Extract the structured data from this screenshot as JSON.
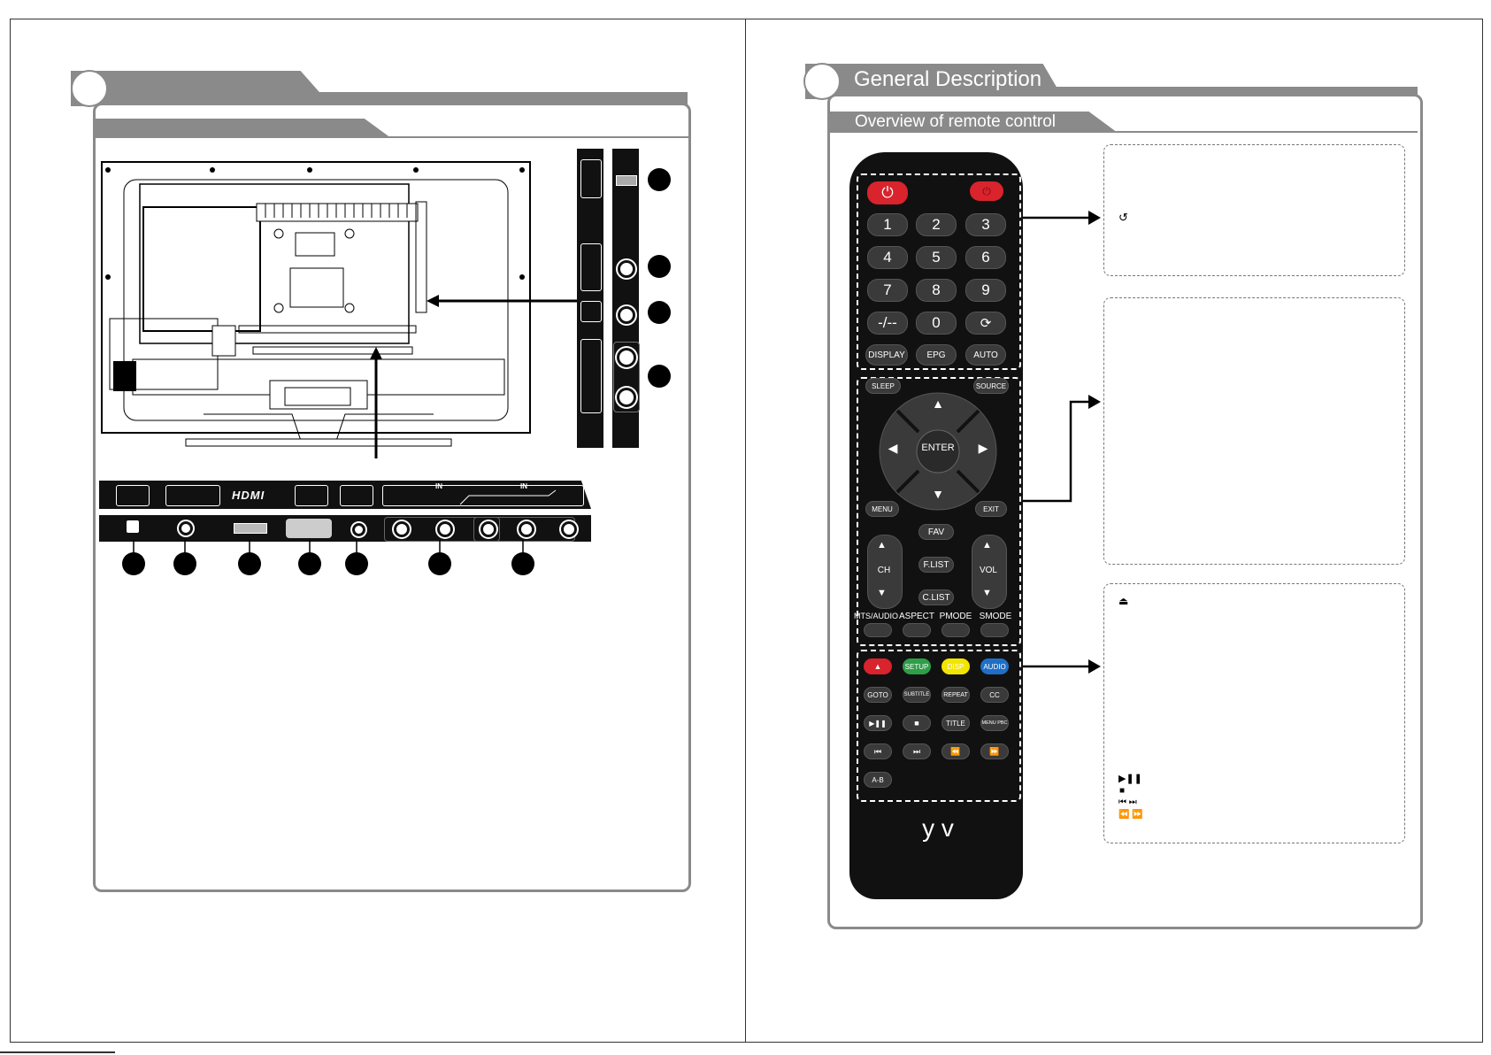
{
  "right_page": {
    "section_title": "General Description",
    "subsection_title": "Overview of remote control"
  },
  "left_panel": {
    "hdmi_logo": "HDMI",
    "in_label_1": "IN",
    "in_label_2": "IN"
  },
  "remote": {
    "digits": [
      "1",
      "2",
      "3",
      "4",
      "5",
      "6",
      "7",
      "8",
      "9"
    ],
    "dash_label": "-/--",
    "zero_label": "0",
    "display_label": "DISPLAY",
    "epg_label": "EPG",
    "auto_label": "AUTO",
    "sleep_label": "SLEEP",
    "source_label": "SOURCE",
    "enter_label": "ENTER",
    "menu_label": "MENU",
    "exit_label": "EXIT",
    "fav_label": "FAV",
    "flist_label": "F.LIST",
    "clist_label": "C.LIST",
    "ch_label": "CH",
    "vol_label": "VOL",
    "mts_label": "MTS/AUDIO",
    "aspect_label": "ASPECT",
    "pmode_label": "PMODE",
    "smode_label": "SMODE",
    "setup_label": "SETUP",
    "disp_label": "DISP",
    "audio_label": "AUDIO",
    "goto_label": "GOTO",
    "subtitle_label": "SUBTITLE",
    "repeat_label": "REPEAT",
    "cc_label": "CC",
    "title_label": "TITLE",
    "menupbc_label": "MENU PBC",
    "ab_label": "A-B",
    "brand": "y v"
  },
  "colors": {
    "header_gray": "#8a8a8a",
    "power_red": "#d9232d",
    "setup_green": "#2e9e48",
    "disp_yellow": "#f2e500",
    "audio_blue": "#1f6fc6"
  }
}
